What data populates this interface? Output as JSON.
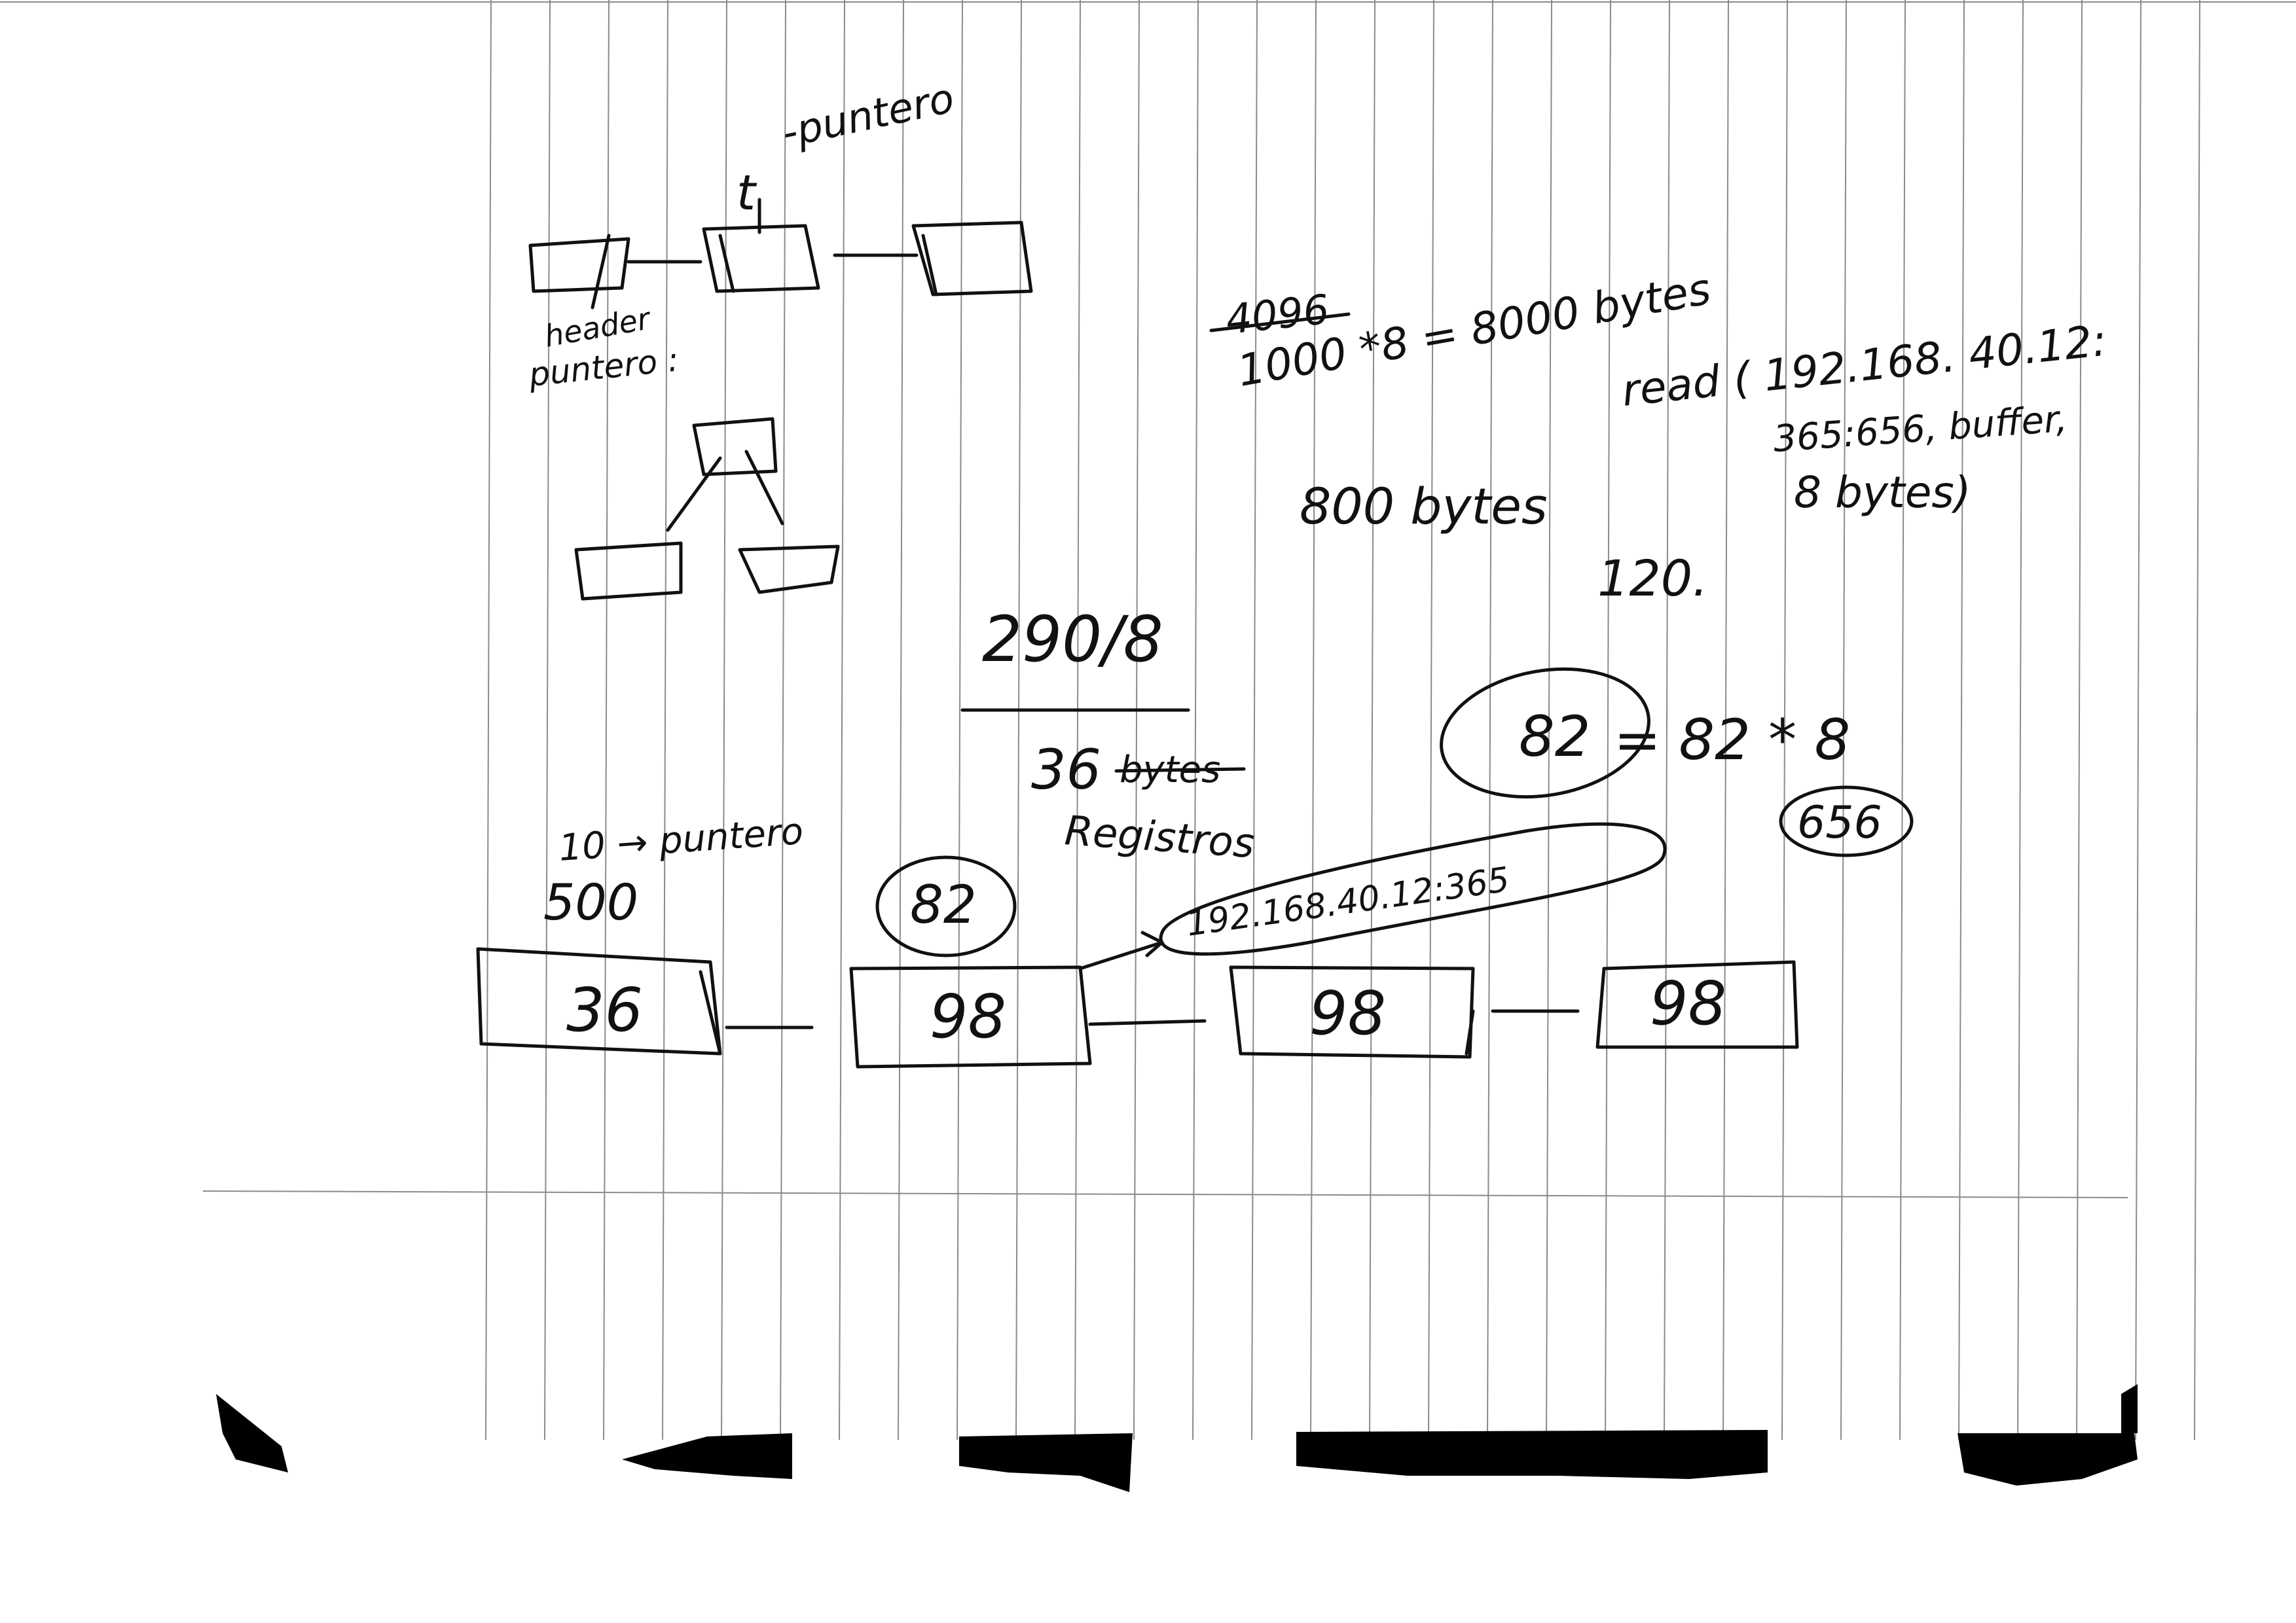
{
  "notes": {
    "pointer_top_label": "-puntero",
    "pointer_top_mark": "t",
    "header_label": "header",
    "pointer_list_label": "puntero :",
    "struck_number": "4096",
    "calc_line": "1000 *8 = 8000 bytes",
    "read_call_line1": "read ( 192.168. 40.12:",
    "read_call_line2": "365:656, buffer,",
    "read_call_line3": "8 bytes)",
    "bytes_800": "800 bytes",
    "value_120": "120.",
    "fraction": "290/8",
    "records_count": "36",
    "struck_unit": "bytes",
    "records_label": "Registros",
    "circled_82": "82",
    "equation_rhs": "= 82 * 8",
    "circled_656": "656",
    "pointer_10": "10 → puntero",
    "value_500": "500",
    "circled_82_small": "82",
    "address_bubble": "192.168.40.12:365",
    "box_values": [
      "36",
      "98",
      "98",
      "98"
    ]
  },
  "colors": {
    "ink": "#111111",
    "rule": "#8a8a8a",
    "paper": "#ffffff"
  }
}
